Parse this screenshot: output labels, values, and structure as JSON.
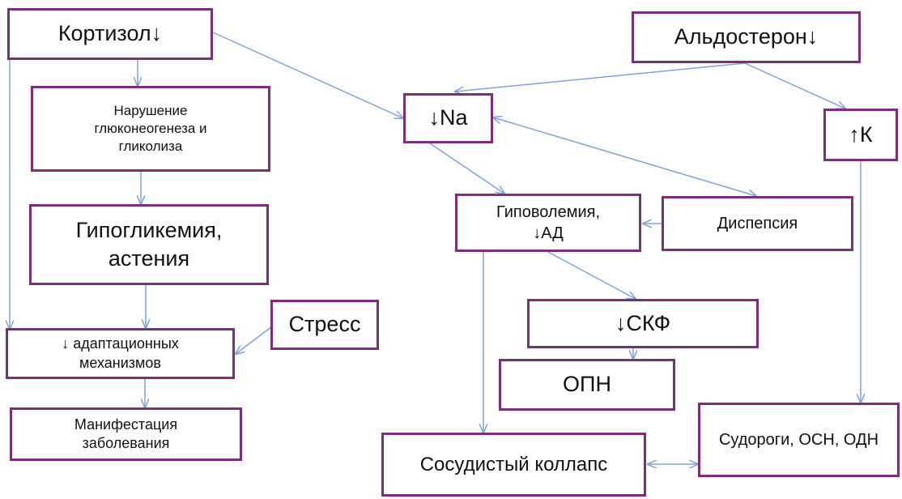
{
  "colors": {
    "box_border": "#7b2f7b",
    "arrow": "#7fa3d6",
    "text": "#111111"
  },
  "nodes": {
    "cortisol": "Кортизол↓",
    "glyco": "Нарушение\nглюконеогенеза и\nгликолиза",
    "hypoglycemia": "Гипогликемия,\nастения",
    "adapt": "↓ адаптационных\nмеханизмов",
    "manifest": "Манифестация\nзаболевания",
    "stress": "Стресс",
    "aldosterone": "Альдостерон↓",
    "na": "↓Na",
    "k": "↑К",
    "hypovolemia": "Гиповолемия,\n↓АД",
    "dyspepsia": "Диспепсия",
    "skf": "↓СКФ",
    "opn": "ОПН",
    "collapse": "Сосудистый коллапс",
    "convulsions": "Судороги, ОСН, ОДН"
  }
}
